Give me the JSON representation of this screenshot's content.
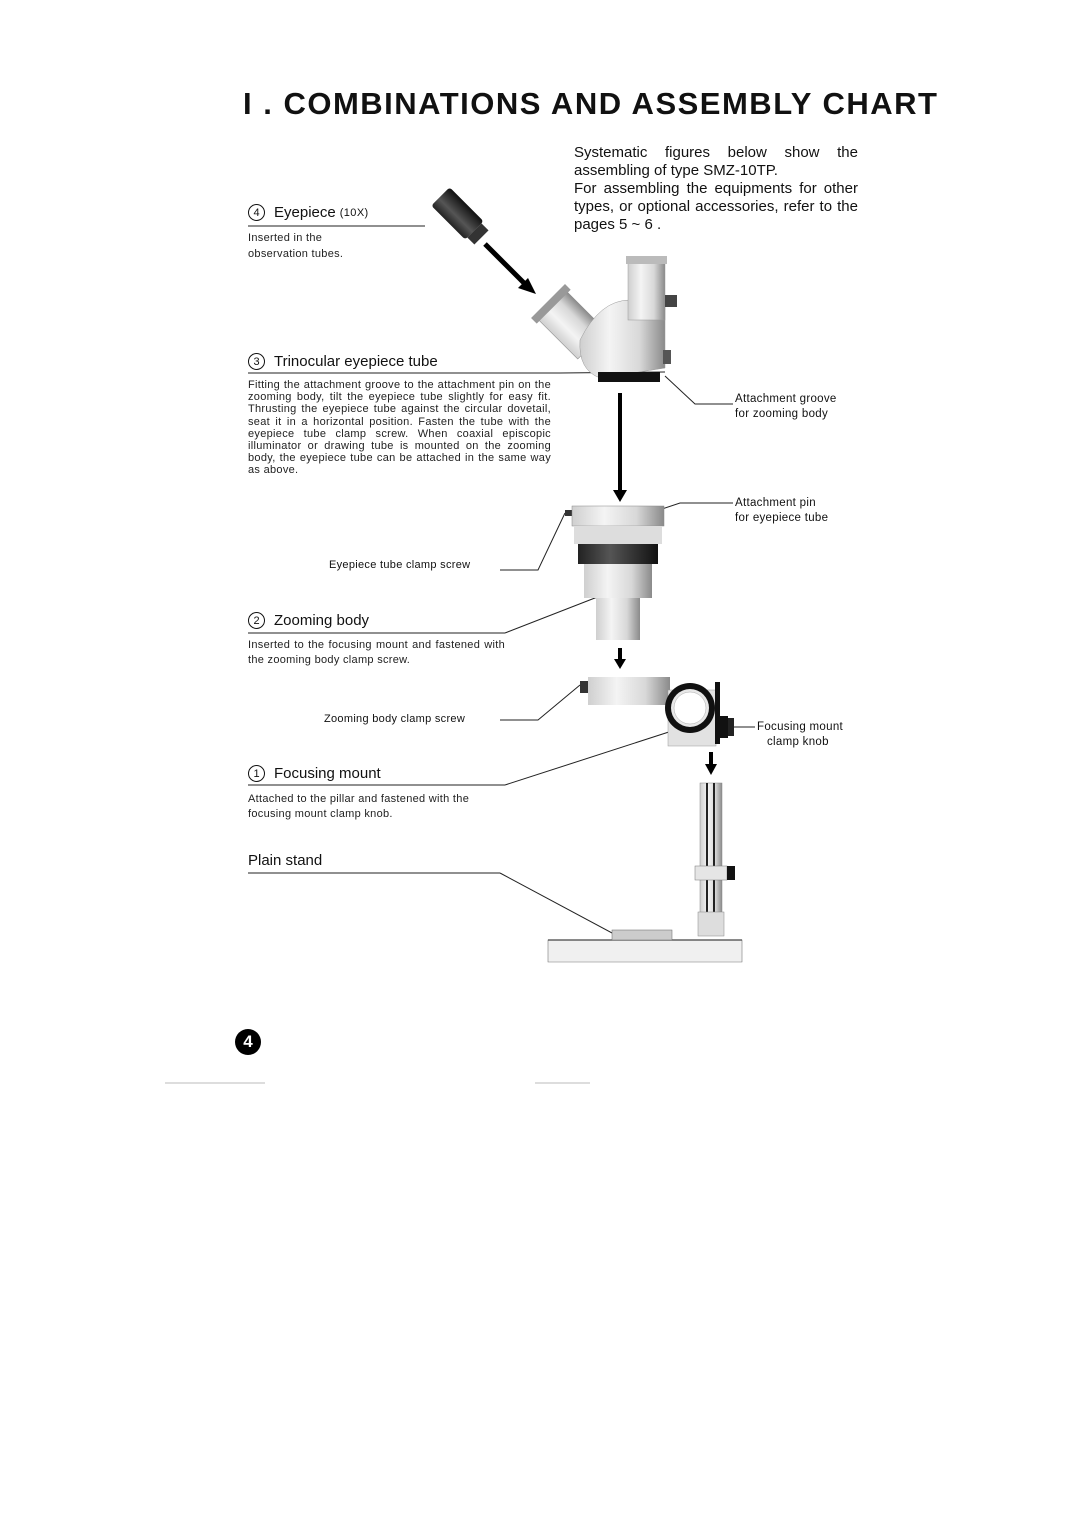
{
  "title": "I . COMBINATIONS AND ASSEMBLY CHART",
  "intro": {
    "line1": "Systematic figures below show the assembling of type SMZ-10TP.",
    "line2": "For assembling the equipments for other types, or optional accessories, refer to the pages 5 ~ 6 ."
  },
  "eyepiece": {
    "number": "4",
    "label": "Eyepiece",
    "suffix": "(10X)",
    "desc": "Inserted in the observation tubes."
  },
  "trinocular": {
    "number": "3",
    "label": "Trinocular eyepiece tube",
    "desc": "Fitting the attachment groove to the attachment pin on the zooming body, tilt the eyepiece tube slightly for easy fit. Thrusting the eyepiece tube against the circular dovetail, seat it in a horizontal position. Fasten the tube with the eyepiece tube clamp screw. When coaxial episcopic illuminator or drawing tube is mounted on the zooming body, the eyepiece tube can be attached in the same way as above."
  },
  "clamp_screw_label": "Eyepiece tube clamp screw",
  "zooming": {
    "number": "2",
    "label": "Zooming body",
    "desc": "Inserted to the focusing mount and fastened with the zooming body clamp screw."
  },
  "zoom_clamp_label": "Zooming body clamp screw",
  "focusing": {
    "number": "1",
    "label": "Focusing mount",
    "desc": "Attached to the pillar and fastened with the focusing mount clamp knob."
  },
  "plain_stand": "Plain stand",
  "right_labels": {
    "groove_1": "Attachment groove",
    "groove_2": "for zooming body",
    "pin_1": "Attachment pin",
    "pin_2": "for eyepiece tube",
    "knob_1": "Focusing mount",
    "knob_2": "clamp knob"
  },
  "page_number": "4"
}
